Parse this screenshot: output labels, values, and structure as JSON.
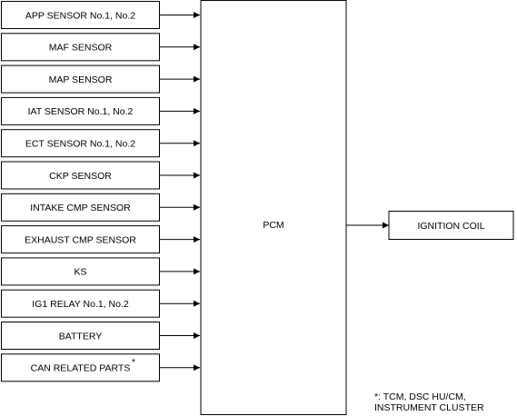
{
  "inputs": [
    {
      "label": "APP SENSOR No.1, No.2",
      "marker": ""
    },
    {
      "label": "MAF SENSOR",
      "marker": ""
    },
    {
      "label": "MAP SENSOR",
      "marker": ""
    },
    {
      "label": "IAT SENSOR No.1, No.2",
      "marker": ""
    },
    {
      "label": "ECT SENSOR No.1, No.2",
      "marker": ""
    },
    {
      "label": "CKP SENSOR",
      "marker": ""
    },
    {
      "label": "INTAKE CMP SENSOR",
      "marker": ""
    },
    {
      "label": "EXHAUST CMP SENSOR",
      "marker": ""
    },
    {
      "label": "KS",
      "marker": ""
    },
    {
      "label": "IG1 RELAY No.1, No.2",
      "marker": ""
    },
    {
      "label": "BATTERY",
      "marker": ""
    },
    {
      "label": "CAN RELATED PARTS",
      "marker": "*"
    }
  ],
  "controller": {
    "label": "PCM"
  },
  "outputs": [
    {
      "label": "IGNITION COIL"
    }
  ],
  "footnote": {
    "line1": "*: TCM, DSC HU/CM,",
    "line2": "INSTRUMENT CLUSTER"
  },
  "colors": {
    "stroke": "#000000",
    "background": "#ffffff"
  }
}
